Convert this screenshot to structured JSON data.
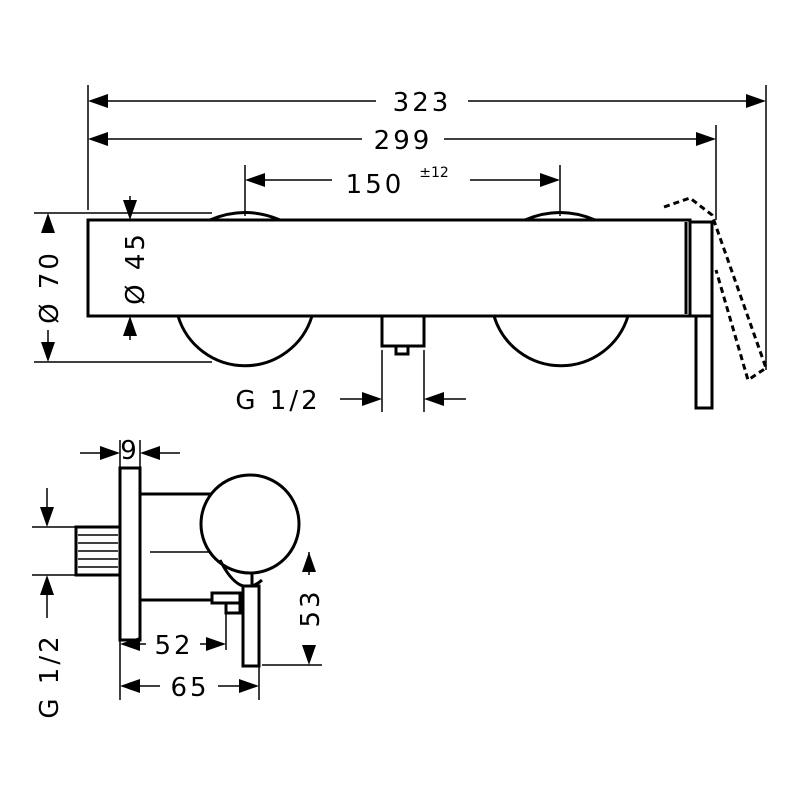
{
  "dimensions": {
    "overall_width": "323",
    "body_width": "299",
    "center_distance": "150",
    "center_tolerance": "±12",
    "body_diameter": "Ø 70",
    "rosette_diameter": "Ø 45",
    "outlet_thread_top": "G 1/2",
    "side_thickness": "9",
    "side_depth_52": "52",
    "side_depth_65": "65",
    "side_height_53": "53",
    "outlet_thread_side": "G 1/2"
  }
}
